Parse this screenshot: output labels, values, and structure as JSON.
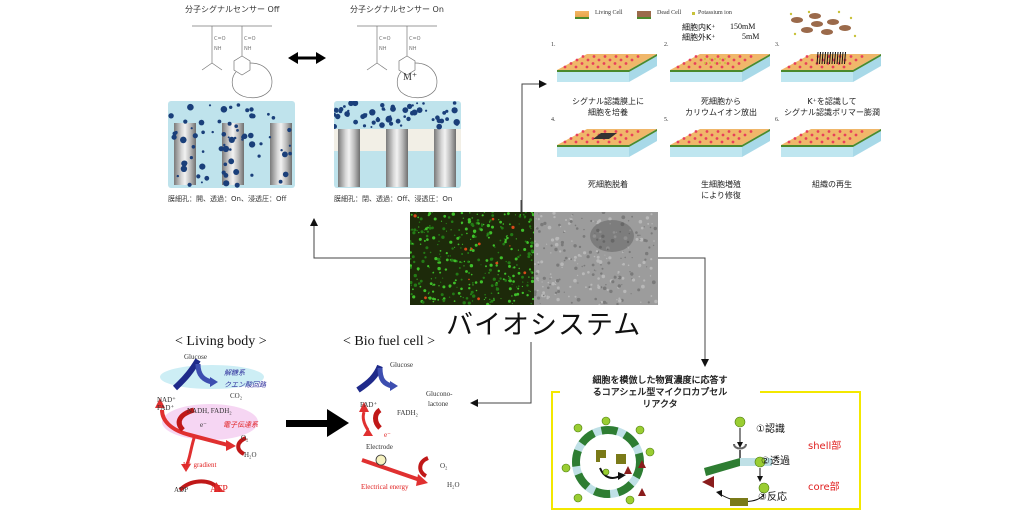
{
  "center": {
    "title": "バイオシステム",
    "micrograph_left": "fluorescence-micrograph-live-dead",
    "micrograph_right": "phase-contrast-micrograph"
  },
  "sensor_panel": {
    "off_title": "分子シグナルセンサー Off",
    "on_title": "分子シグナルセンサー On",
    "metal_ion_label": "M⁺",
    "off_caption": "膜細孔：開、透過：On、浸透圧：Off",
    "on_caption": "膜細孔：閉、透過：Off、浸透圧：On"
  },
  "cell_panel": {
    "legend": [
      {
        "label": "Living Cell"
      },
      {
        "label": "Dead Cell"
      },
      {
        "label": "Potassium ion"
      }
    ],
    "concentration": [
      {
        "label": "細胞内K⁺",
        "value": "150mM"
      },
      {
        "label": "細胞外K⁺",
        "value": "5mM"
      }
    ],
    "steps": [
      {
        "num": "1.",
        "caption_lines": [
          "シグナル認識膜上に",
          "細胞を培養"
        ]
      },
      {
        "num": "2.",
        "caption_lines": [
          "死細胞から",
          "カリウムイオン放出"
        ]
      },
      {
        "num": "3.",
        "caption_lines": [
          "K⁺を認識して",
          "シグナル認識ポリマー膨潤"
        ]
      },
      {
        "num": "4.",
        "caption_lines": [
          "死細胞脱着"
        ]
      },
      {
        "num": "5.",
        "caption_lines": [
          "生細胞増殖",
          "により修復"
        ]
      },
      {
        "num": "6.",
        "caption_lines": [
          "組織の再生"
        ]
      }
    ]
  },
  "living_body": {
    "title": "< Living body >",
    "glucose": "Glucose",
    "glycolysis": "解糖系",
    "citric_cycle": "クエン酸回路",
    "co2": "CO₂",
    "nad": "NAD⁺",
    "fad": "FAD⁺",
    "nadh": "NADH, FADH₂",
    "electron": "e⁻",
    "etc": "電子伝達系",
    "o2": "O₂",
    "h2o": "H₂O",
    "gradient": "H⁺ gradient",
    "adp": "ADP",
    "atp": "ATP"
  },
  "bio_fuel_cell": {
    "title": "< Bio fuel cell >",
    "glucose": "Glucose",
    "gluconolactone_1": "Glucono-",
    "gluconolactone_2": "lactone",
    "fad": "FAD⁺",
    "fadh2": "FADH₂",
    "electron": "e⁻",
    "electrode": "Electrode",
    "o2": "O₂",
    "h2o": "H₂O",
    "energy": "Electrical energy"
  },
  "microcapsule": {
    "title_lines": [
      "細胞を模倣した物質濃度に応答す",
      "るコアシェル型マイクロカプセル",
      "リアクタ"
    ],
    "step1": "①認識",
    "step2": "②透過",
    "step3": "③反応",
    "shell": "shell部",
    "core": "core部"
  },
  "colors": {
    "accent_red": "#e02020",
    "accent_blue": "#1a2a9a",
    "panel_blue": "#bfe3ec",
    "frame_yellow": "#f3e800",
    "shell_green": "#2e7d32"
  }
}
